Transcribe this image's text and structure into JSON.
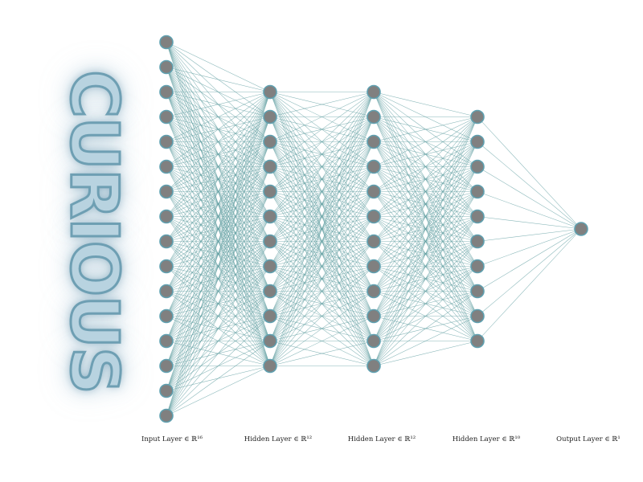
{
  "logo": {
    "text": "CURIOUS",
    "fill_color": "#b8d3e0",
    "stroke_color": "#6e9fb3"
  },
  "network": {
    "node_fill": "#808080",
    "node_stroke": "#5fa0b0",
    "edge_color": "#5f9ea0",
    "layers": [
      {
        "label": "Input Layer ∈ ℝ¹⁶",
        "neurons": 16
      },
      {
        "label": "Hidden Layer ∈ ℝ¹²",
        "neurons": 12
      },
      {
        "label": "Hidden Layer ∈ ℝ¹²",
        "neurons": 12
      },
      {
        "label": "Hidden Layer ∈ ℝ¹⁰",
        "neurons": 10
      },
      {
        "label": "Output Layer ∈ ℝ¹",
        "neurons": 1
      }
    ]
  }
}
